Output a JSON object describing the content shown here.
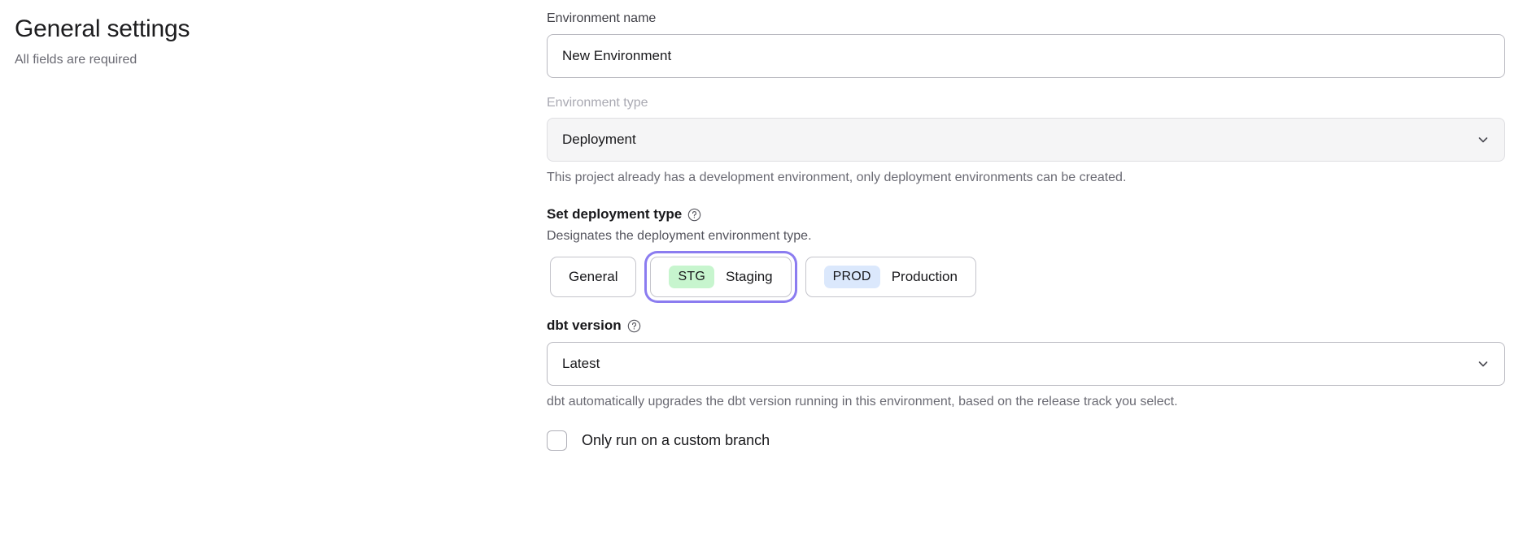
{
  "header": {
    "title": "General settings",
    "subtitle": "All fields are required"
  },
  "form": {
    "environment_name": {
      "label": "Environment name",
      "value": "New Environment",
      "placeholder": "Environment name"
    },
    "environment_type": {
      "label": "Environment type",
      "value": "Deployment",
      "help": "This project already has a development environment, only deployment environments can be created.",
      "chevron_icon": "chevron-down-icon",
      "disabled": true
    },
    "deployment_type": {
      "label": "Set deployment type",
      "help_icon": "question-circle-icon",
      "description": "Designates the deployment environment type.",
      "options": [
        {
          "badge": "",
          "label": "General",
          "selected": false,
          "focused": false
        },
        {
          "badge": "STG",
          "label": "Staging",
          "selected": false,
          "focused": true
        },
        {
          "badge": "PROD",
          "label": "Production",
          "selected": false,
          "focused": false
        }
      ]
    },
    "dbt_version": {
      "label": "dbt version",
      "help_icon": "question-circle-icon",
      "value": "Latest",
      "chevron_icon": "chevron-down-icon",
      "help": "dbt automatically upgrades the dbt version running in this environment, based on the release track you select."
    },
    "custom_branch": {
      "label": "Only run on a custom branch",
      "checked": false
    }
  },
  "colors": {
    "focus_ring": "#8b7cf0",
    "badge_stg_bg": "#c7f5ce",
    "badge_prod_bg": "#dbe8fc",
    "text_primary": "#18181b",
    "text_muted": "#6a6a73",
    "disabled_bg": "#f5f5f6"
  }
}
